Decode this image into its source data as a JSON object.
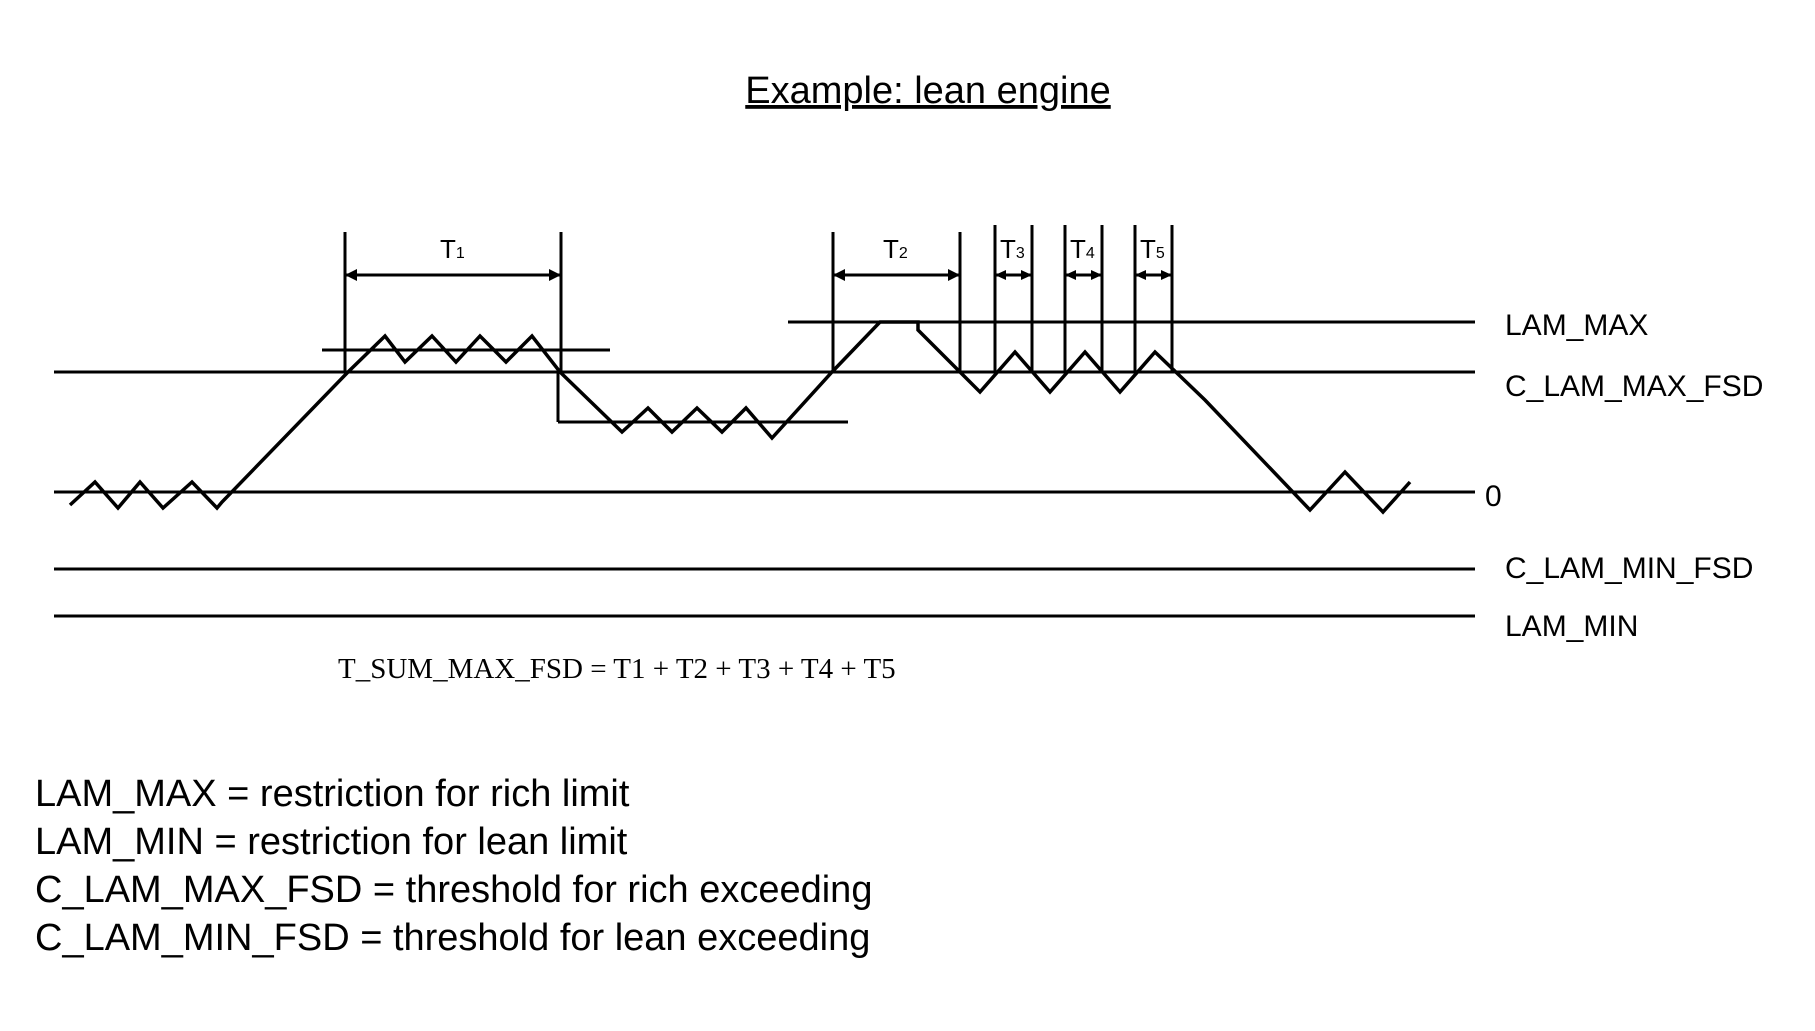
{
  "title": "Example: lean engine",
  "levels": {
    "lam_max": "LAM_MAX",
    "c_lam_max_fsd": "C_LAM_MAX_FSD",
    "zero": "0",
    "c_lam_min_fsd": "C_LAM_MIN_FSD",
    "lam_min": "LAM_MIN"
  },
  "intervals": [
    {
      "main": "T",
      "sub": "1"
    },
    {
      "main": "T",
      "sub": "2"
    },
    {
      "main": "T",
      "sub": "3"
    },
    {
      "main": "T",
      "sub": "4"
    },
    {
      "main": "T",
      "sub": "5"
    }
  ],
  "equation": "T_SUM_MAX_FSD = T1 + T2 + T3 + T4 + T5",
  "legend": [
    "LAM_MAX = restriction for rich limit",
    "LAM_MIN = restriction for lean limit",
    "C_LAM_MAX_FSD = threshold for rich exceeding",
    "C_LAM_MIN_FSD = threshold for lean exceeding"
  ]
}
